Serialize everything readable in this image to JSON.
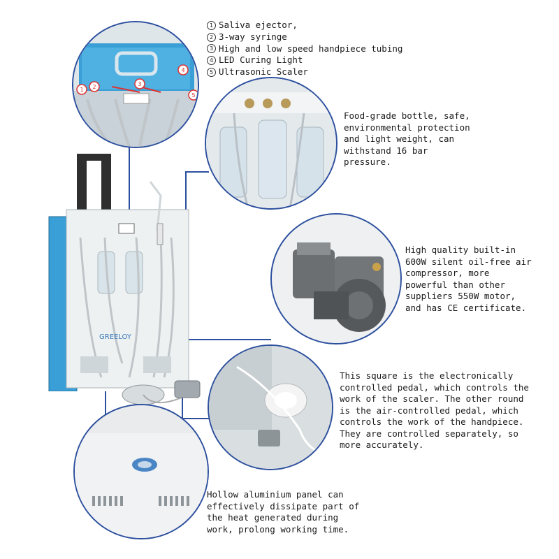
{
  "legend": [
    {
      "num": "1",
      "label": "Saliva ejector,"
    },
    {
      "num": "2",
      "label": "3-way syringe"
    },
    {
      "num": "3",
      "label": "High and low speed handpiece tubing"
    },
    {
      "num": "4",
      "label": "LED Curing Light"
    },
    {
      "num": "5",
      "label": "Ultrasonic Scaler"
    }
  ],
  "callouts": {
    "bottle": "Food-grade bottle, safe,\nenvironmental protection\nand light weight, can\nwithstand 16 bar\npressure.",
    "compressor": "High quality built-in\n600W silent oil-free air\ncompressor, more\npowerful than other\nsuppliers 550W motor,\nand has CE certificate.",
    "pedal": "This square is the electronically\ncontrolled pedal, which controls the\nwork of the scaler. The other round\nis the air-controlled pedal, which\ncontrols the work of the handpiece.\nThey are controlled separately,  so\nmore accurately.",
    "panel": "Hollow aluminium panel can\neffectively dissipate part of\nthe heat generated during\nwork, prolong working time."
  },
  "labels": {
    "top_marks": [
      "1",
      "2",
      "3",
      "4",
      "5"
    ],
    "brand": "GREELOY"
  },
  "colors": {
    "connector": "#2c4f9e",
    "case_blue": "#3a9fd6",
    "panel_white": "#f4f6f7"
  }
}
